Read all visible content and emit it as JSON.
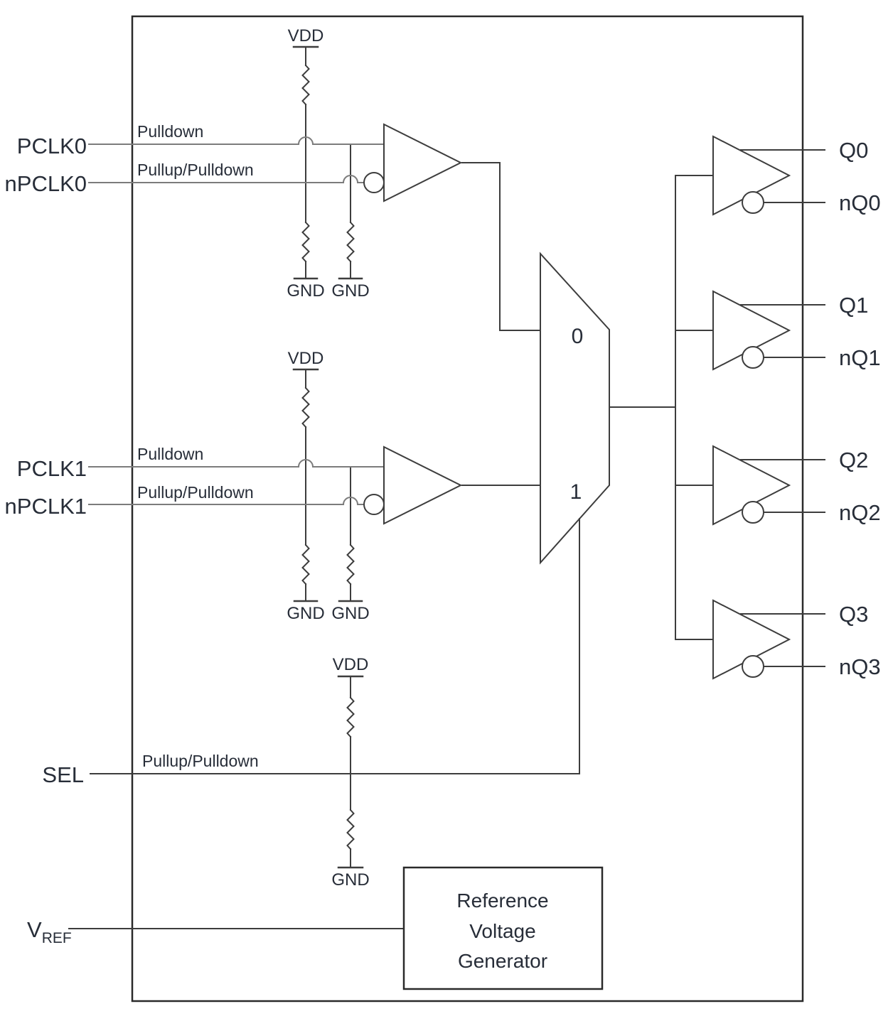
{
  "pins": {
    "pclk0": "PCLK0",
    "npclk0": "nPCLK0",
    "pclk1": "PCLK1",
    "npclk1": "nPCLK1",
    "sel": "SEL",
    "vref_base": "V",
    "vref_sub": "REF"
  },
  "annotations": {
    "pclk0": "Pulldown",
    "npclk0": "Pullup/Pulldown",
    "pclk1": "Pulldown",
    "npclk1": "Pullup/Pulldown",
    "sel": "Pullup/Pulldown"
  },
  "outputs": {
    "q0": "Q0",
    "nq0": "nQ0",
    "q1": "Q1",
    "nq1": "nQ1",
    "q2": "Q2",
    "nq2": "nQ2",
    "q3": "Q3",
    "nq3": "nQ3"
  },
  "power": {
    "vdd": "VDD",
    "gnd": "GND"
  },
  "mux": {
    "in0": "0",
    "in1": "1"
  },
  "reference_block": {
    "line1": "Reference",
    "line2": "Voltage",
    "line3": "Generator"
  },
  "colors": {
    "background": "#ffffff",
    "line_dark": "#3d3d3d",
    "line_signal": "#7c7c7c",
    "outline": "#2a2a2a",
    "text": "#272d38"
  }
}
